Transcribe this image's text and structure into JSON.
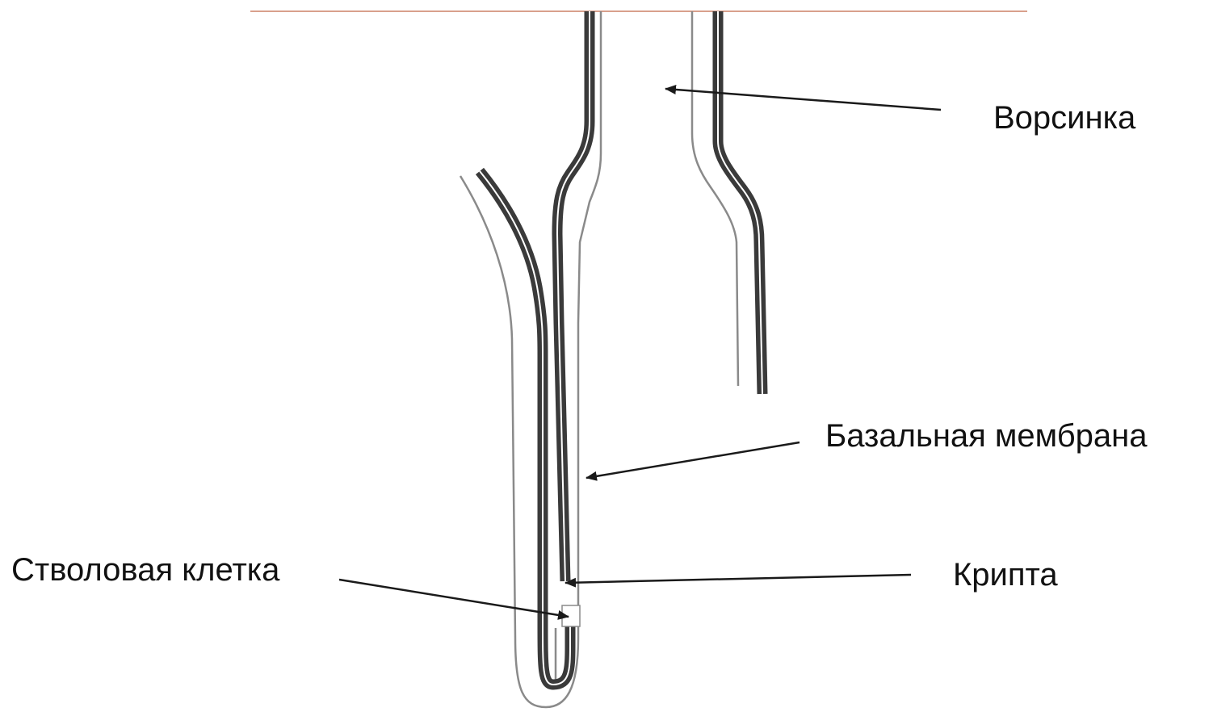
{
  "labels": {
    "villus": "Ворсинка",
    "basal_membrane": "Базальная мембрана",
    "stem_cell": "Стволовая клетка",
    "crypt": "Крипта"
  },
  "colors": {
    "membrane": "#3a3a3a",
    "outline": "#8a8a8a",
    "surface_line": "#d9a08c",
    "text": "#111111",
    "arrow": "#1a1a1a"
  }
}
